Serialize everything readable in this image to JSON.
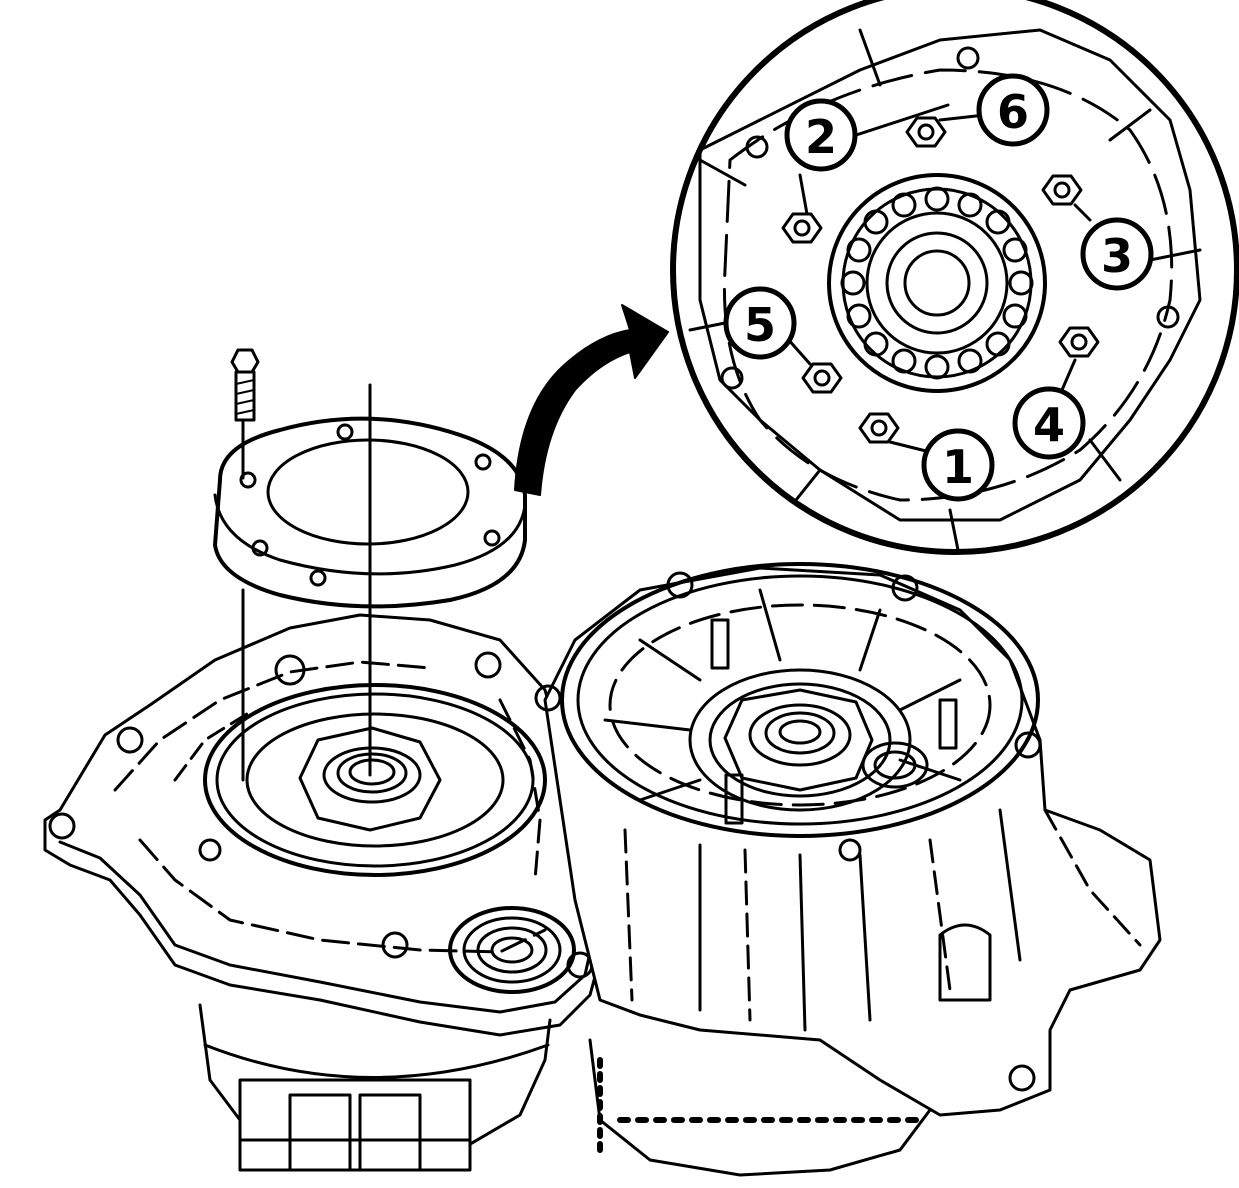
{
  "colors": {
    "ink": "#000000",
    "paper": "#ffffff"
  },
  "icons": {
    "direction": "curved-arrow-icon"
  },
  "callouts": [
    {
      "id": "bolt-1",
      "label": "1"
    },
    {
      "id": "bolt-2",
      "label": "2"
    },
    {
      "id": "bolt-3",
      "label": "3"
    },
    {
      "id": "bolt-4",
      "label": "4"
    },
    {
      "id": "bolt-5",
      "label": "5"
    },
    {
      "id": "bolt-6",
      "label": "6"
    }
  ]
}
